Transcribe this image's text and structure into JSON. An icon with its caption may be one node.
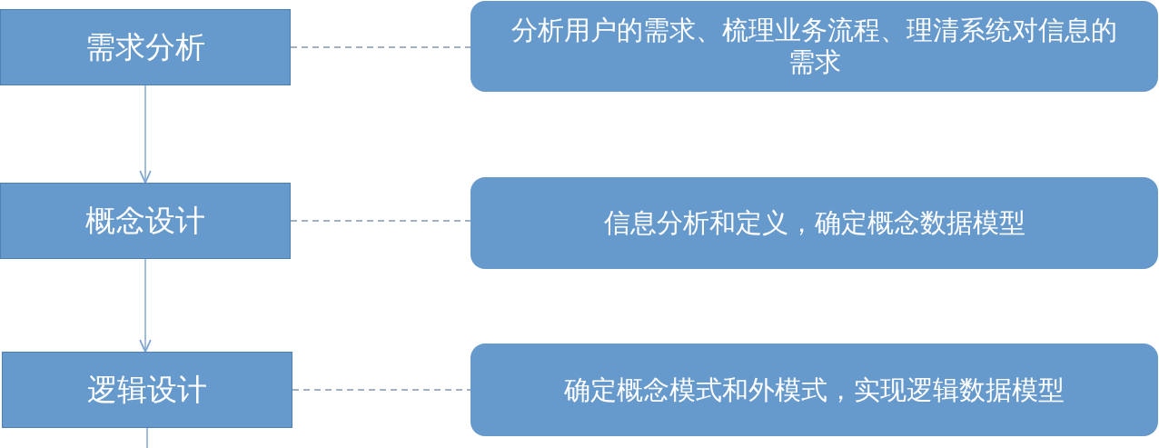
{
  "diagram": {
    "nodes": [
      {
        "text": [
          "需求分析"
        ]
      },
      {
        "text": [
          "概念设计"
        ]
      },
      {
        "text": [
          "逻辑设计"
        ]
      },
      {
        "text": [
          "分析用户的需求、梳理业务流程、理清系统对信息的需求"
        ]
      },
      {
        "text": [
          "信息分析和定义，确定概念数据模型"
        ]
      },
      {
        "text": [
          "确定概念模式和外模式，实现逻辑数据模型"
        ]
      }
    ],
    "edges": [
      {
        "from": 0,
        "to": 1,
        "arrow": "to"
      },
      {
        "from": 1,
        "to": 2,
        "arrow": "to"
      },
      {
        "from": 2,
        "to": null,
        "arrow": "none"
      },
      {
        "from": 0,
        "to": 3,
        "arrow": "none",
        "style": "dashed",
        "color": "#8798ad"
      },
      {
        "from": 1,
        "to": 4,
        "arrow": "none",
        "style": "dashed",
        "color": "#8798ad"
      },
      {
        "from": 2,
        "to": 5,
        "arrow": "none",
        "style": "dashed",
        "color": "#8798ad"
      }
    ]
  }
}
